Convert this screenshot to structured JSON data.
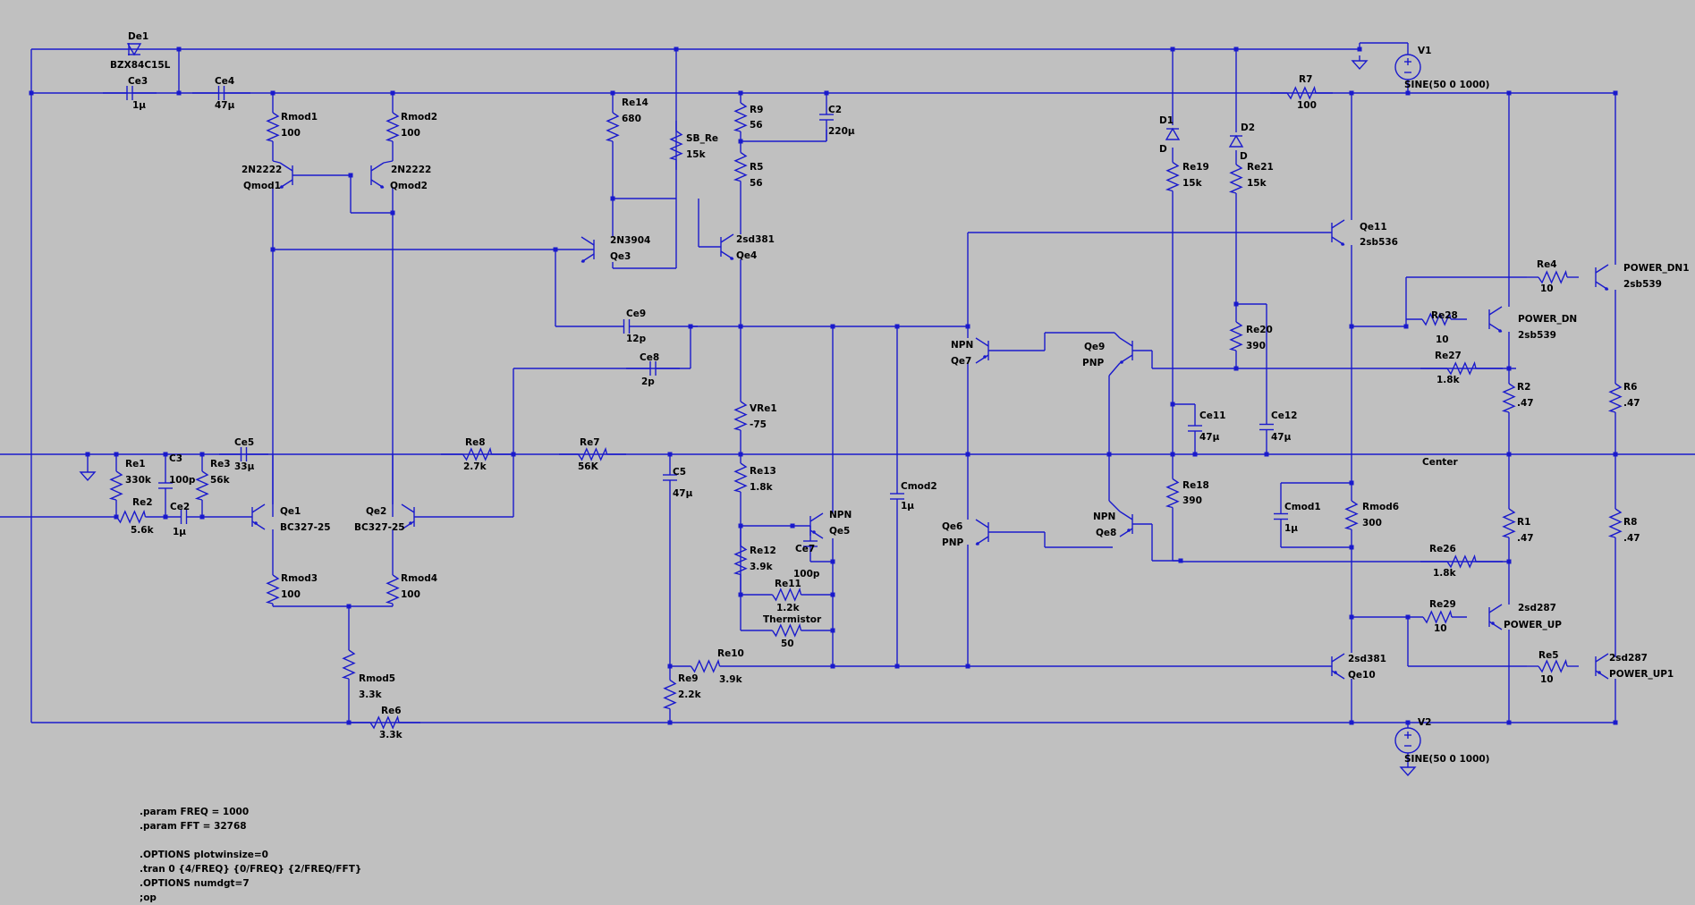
{
  "labels": {
    "De1": "De1",
    "BZX84C15L": "BZX84C15L",
    "Ce3": "Ce3",
    "Ce3_val": "1µ",
    "Ce4": "Ce4",
    "Ce4_val": "47µ",
    "Rmod1": "Rmod1",
    "Rmod1_val": "100",
    "Rmod2": "Rmod2",
    "Rmod2_val": "100",
    "Qmod1_type": "2N2222",
    "Qmod1": "Qmod1",
    "Qmod2_type": "2N2222",
    "Qmod2": "Qmod2",
    "Re14": "Re14",
    "Re14_val": "680",
    "SB_Re": "SB_Re",
    "SB_Re_val": "15k",
    "R9": "R9",
    "R9_val": "56",
    "R5": "R5",
    "R5_val": "56",
    "C2": "C2",
    "C2_val": "220µ",
    "Qe3_type": "2N3904",
    "Qe3": "Qe3",
    "Qe4_type": "2sd381",
    "Qe4": "Qe4",
    "Ce9": "Ce9",
    "Ce9_val": "12p",
    "Ce8": "Ce8",
    "Ce8_val": "2p",
    "D1": "D1",
    "D1_type": "D",
    "D2": "D2",
    "D2_type": "D",
    "Re19": "Re19",
    "Re19_val": "15k",
    "Re21": "Re21",
    "Re21_val": "15k",
    "R7": "R7",
    "R7_val": "100",
    "V1": "V1",
    "V1_val": "SINE(50 0 1000)",
    "Qe11": "Qe11",
    "Qe11_type": "2sb536",
    "Re4": "Re4",
    "Re4_val": "10",
    "POWER_DN1": "POWER_DN1",
    "POWER_DN1_type": "2sb539",
    "Re28": "Re28",
    "Re28_val": "10",
    "POWER_DN": "POWER_DN",
    "POWER_DN_type": "2sb539",
    "Re20": "Re20",
    "Re20_val": "390",
    "Re27": "Re27",
    "Re27_val": "1.8k",
    "Qe7_type": "NPN",
    "Qe7": "Qe7",
    "Qe9": "Qe9",
    "Qe9_type": "PNP",
    "VRe1": "VRe1",
    "VRe1_val": "-75",
    "Ce11": "Ce11",
    "Ce11_val": "47µ",
    "Ce12": "Ce12",
    "Ce12_val": "47µ",
    "R2": "R2",
    "R2_val": ".47",
    "R6": "R6",
    "R6_val": ".47",
    "Re1": "Re1",
    "Re1_val": "330k",
    "C3": "C3",
    "C3_val": "100p",
    "Re3": "Re3",
    "Re3_val": "56k",
    "Ce5": "Ce5",
    "Ce5_val": "33µ",
    "Re8": "Re8",
    "Re8_val": "2.7k",
    "Re7": "Re7",
    "Re7_val": "56K",
    "C5": "C5",
    "C5_val": "47µ",
    "Re13": "Re13",
    "Re13_val": "1.8k",
    "Cmod2": "Cmod2",
    "Cmod2_val": "1µ",
    "Center": "Center",
    "Re18": "Re18",
    "Re18_val": "390",
    "Cmod1": "Cmod1",
    "Cmod1_val": "1µ",
    "Rmod6": "Rmod6",
    "Rmod6_val": "300",
    "R1": "R1",
    "R1_val": ".47",
    "R8": "R8",
    "R8_val": ".47",
    "Re2": "Re2",
    "Re2_val": "5.6k",
    "Ce2": "Ce2",
    "Ce2_val": "1µ",
    "Qe1": "Qe1",
    "Qe1_type": "BC327-25",
    "Qe2": "Qe2",
    "Qe2_type": "BC327-25",
    "Qe5_type": "NPN",
    "Qe5": "Qe5",
    "Qe6": "Qe6",
    "Qe6_type": "PNP",
    "Qe8_type": "NPN",
    "Qe8": "Qe8",
    "Re12": "Re12",
    "Re12_val": "3.9k",
    "Ce7": "Ce7",
    "Ce7_val": "100p",
    "Re11": "Re11",
    "Re11_val": "1.2k",
    "Thermistor": "Thermistor",
    "Thermistor_val": "50",
    "Re26": "Re26",
    "Re26_val": "1.8k",
    "Rmod3": "Rmod3",
    "Rmod3_val": "100",
    "Rmod4": "Rmod4",
    "Rmod4_val": "100",
    "Re29": "Re29",
    "Re29_val": "10",
    "POWER_UP_type": "2sd287",
    "POWER_UP": "POWER_UP",
    "Rmod5": "Rmod5",
    "Rmod5_val": "3.3k",
    "Re10": "Re10",
    "Re10_val": "3.9k",
    "Re9": "Re9",
    "Re9_val": "2.2k",
    "Qe10_type": "2sd381",
    "Qe10": "Qe10",
    "Re5": "Re5",
    "Re5_val": "10",
    "POWER_UP1_type": "2sd287",
    "POWER_UP1": "POWER_UP1",
    "Re6": "Re6",
    "Re6_val": "3.3k",
    "V2": "V2",
    "V2_val": "SINE(50 0 1000)"
  },
  "directives": [
    ".param FREQ = 1000",
    ".param FFT = 32768",
    ".OPTIONS plotwinsize=0",
    ".tran 0 {4/FREQ} {0/FREQ} {2/FREQ/FFT}",
    ".OPTIONS numdgt=7",
    ";op"
  ]
}
